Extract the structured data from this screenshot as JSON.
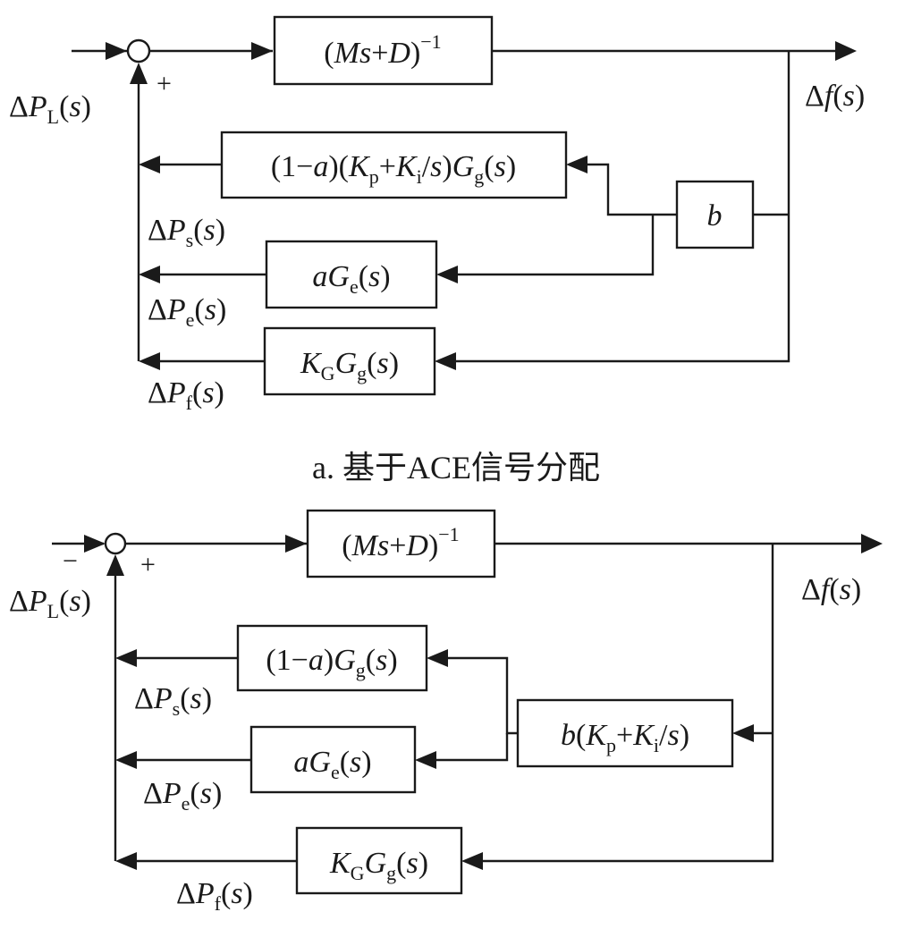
{
  "diagram_a": {
    "caption": "a. 基于ACE信号分配",
    "block_plant": {
      "paren_open": "(",
      "M": "M",
      "s": "s",
      "plus": "+",
      "D": "D",
      "paren_close": ")",
      "exp": "−1"
    },
    "block_upper": {
      "p1": "(1",
      "minus": "−",
      "a": "a",
      "p2": ")(",
      "K": "K",
      "p_sub": "p",
      "plus": "+",
      "K2": "K",
      "i_sub": "i",
      "slash": "/",
      "s": "s",
      "p3": ")",
      "G": "G",
      "g_sub": "g",
      "p4": "(",
      "s2": "s",
      "p5": ")"
    },
    "block_b": {
      "b": "b"
    },
    "block_mid": {
      "a": "a",
      "G": "G",
      "e_sub": "e",
      "p1": "(",
      "s": "s",
      "p2": ")"
    },
    "block_low": {
      "K": "K",
      "G_sub": "G",
      "G": "G",
      "g_sub": "g",
      "p1": "(",
      "s": "s",
      "p2": ")"
    },
    "label_PL": {
      "delta": "Δ",
      "P": "P",
      "sub": "L",
      "p1": "(",
      "s": "s",
      "p2": ")"
    },
    "label_f": {
      "delta": "Δ",
      "f": "f",
      "p1": "(",
      "s": "s",
      "p2": ")"
    },
    "label_Ps": {
      "delta": "Δ",
      "P": "P",
      "sub": "s",
      "p1": "(",
      "s": "s",
      "p2": ")"
    },
    "label_Pe": {
      "delta": "Δ",
      "P": "P",
      "sub": "e",
      "p1": "(",
      "s": "s",
      "p2": ")"
    },
    "label_Pf": {
      "delta": "Δ",
      "P": "P",
      "sub": "f",
      "p1": "(",
      "s": "s",
      "p2": ")"
    },
    "sign_plus": "+"
  },
  "diagram_b": {
    "block_plant": {
      "paren_open": "(",
      "M": "M",
      "s": "s",
      "plus": "+",
      "D": "D",
      "paren_close": ")",
      "exp": "−1"
    },
    "block_upper": {
      "p1": "(1",
      "minus": "−",
      "a": "a",
      "p2": ")",
      "G": "G",
      "g_sub": "g",
      "p3": "(",
      "s": "s",
      "p4": ")"
    },
    "block_ctrl": {
      "b": "b",
      "p1": "(",
      "K": "K",
      "p_sub": "p",
      "plus": "+",
      "K2": "K",
      "i_sub": "i",
      "slash": "/",
      "s": "s",
      "p2": ")"
    },
    "block_mid": {
      "a": "a",
      "G": "G",
      "e_sub": "e",
      "p1": "(",
      "s": "s",
      "p2": ")"
    },
    "block_low": {
      "K": "K",
      "G_sub": "G",
      "G": "G",
      "g_sub": "g",
      "p1": "(",
      "s": "s",
      "p2": ")"
    },
    "label_PL": {
      "delta": "Δ",
      "P": "P",
      "sub": "L",
      "p1": "(",
      "s": "s",
      "p2": ")"
    },
    "label_f": {
      "delta": "Δ",
      "f": "f",
      "p1": "(",
      "s": "s",
      "p2": ")"
    },
    "label_Ps": {
      "delta": "Δ",
      "P": "P",
      "sub": "s",
      "p1": "(",
      "s": "s",
      "p2": ")"
    },
    "label_Pe": {
      "delta": "Δ",
      "P": "P",
      "sub": "e",
      "p1": "(",
      "s": "s",
      "p2": ")"
    },
    "label_Pf": {
      "delta": "Δ",
      "P": "P",
      "sub": "f",
      "p1": "(",
      "s": "s",
      "p2": ")"
    },
    "sign_minus": "−",
    "sign_plus": "+"
  }
}
